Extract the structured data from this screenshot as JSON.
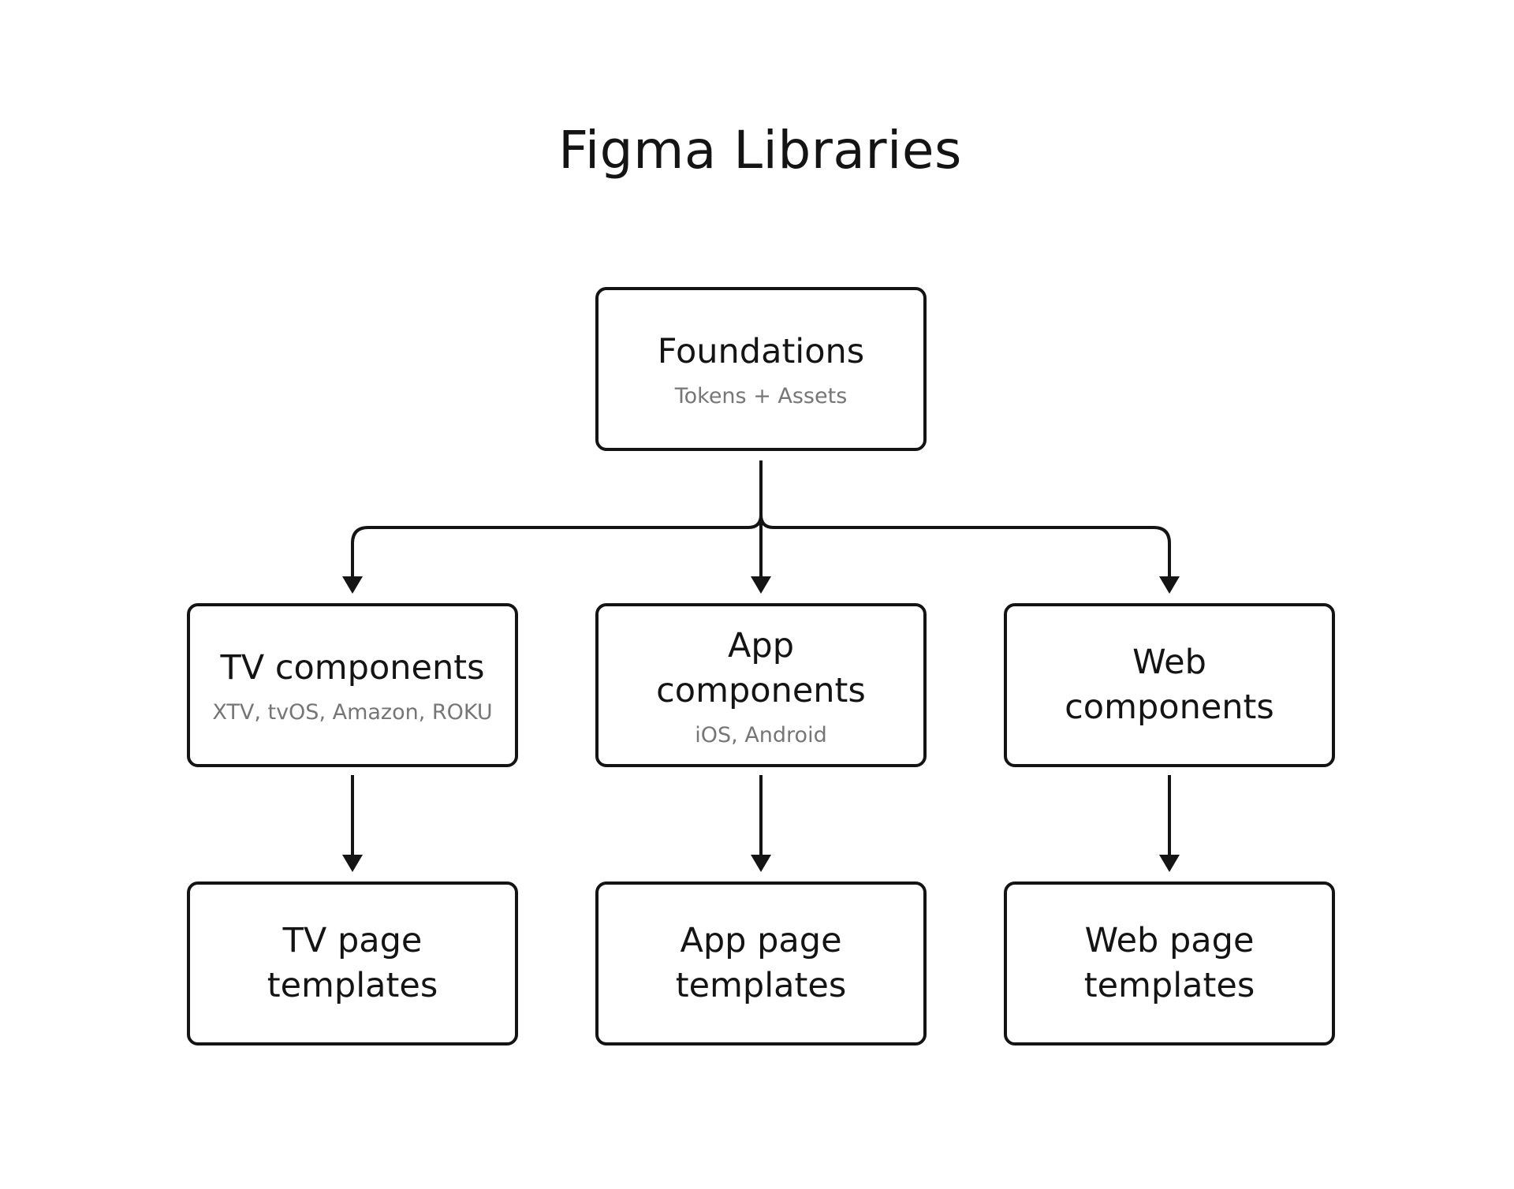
{
  "diagram": {
    "title": "Figma Libraries",
    "nodes": {
      "foundations": {
        "title": "Foundations",
        "subtitle": "Tokens + Assets"
      },
      "tv_components": {
        "title": "TV components",
        "subtitle": "XTV, tvOS, Amazon, ROKU"
      },
      "app_components": {
        "title": "App components",
        "subtitle": "iOS, Android"
      },
      "web_components": {
        "title": "Web components",
        "subtitle": ""
      },
      "tv_templates": {
        "title": "TV page templates",
        "subtitle": ""
      },
      "app_templates": {
        "title": "App page templates",
        "subtitle": ""
      },
      "web_templates": {
        "title": "Web page templates",
        "subtitle": ""
      }
    },
    "edges": [
      {
        "from": "foundations",
        "to": "tv_components"
      },
      {
        "from": "foundations",
        "to": "app_components"
      },
      {
        "from": "foundations",
        "to": "web_components"
      },
      {
        "from": "tv_components",
        "to": "tv_templates"
      },
      {
        "from": "app_components",
        "to": "app_templates"
      },
      {
        "from": "web_components",
        "to": "web_templates"
      }
    ],
    "colors": {
      "stroke": "#141414",
      "subtitle": "#767676",
      "background": "#ffffff"
    }
  }
}
